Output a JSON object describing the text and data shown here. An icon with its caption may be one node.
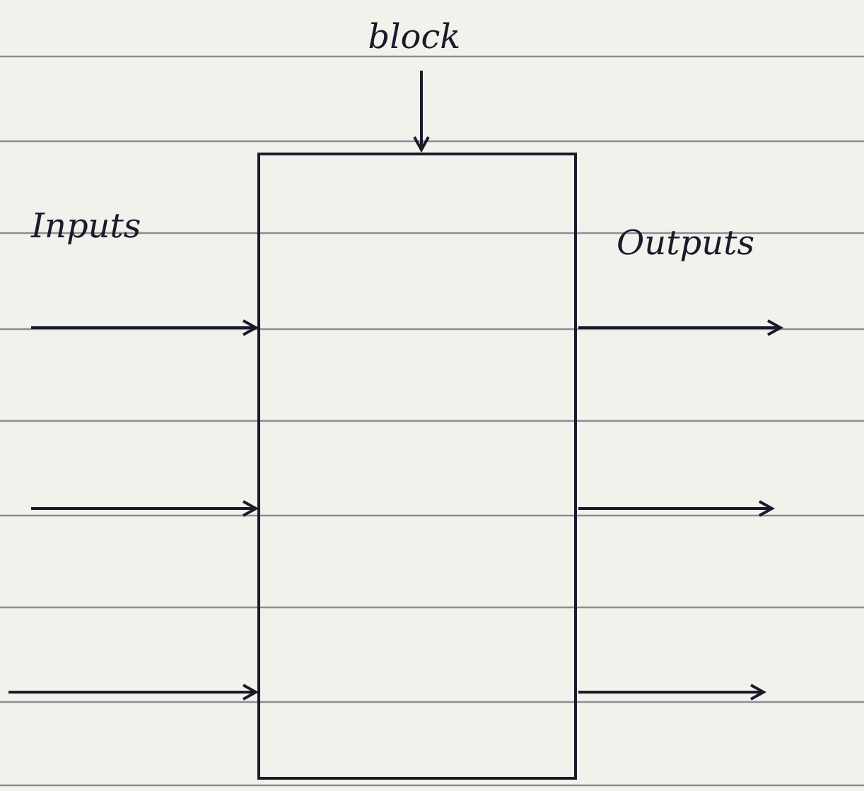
{
  "diagram": {
    "nodes": [
      {
        "text": [
          "block"
        ]
      },
      {
        "text": [],
        "shape": "box"
      }
    ],
    "edges": [
      {
        "from": 0,
        "to": 1,
        "arrow": "to"
      },
      {
        "from": null,
        "to": 1,
        "arrow": "to"
      },
      {
        "from": null,
        "to": 1,
        "arrow": "to"
      },
      {
        "from": null,
        "to": 1,
        "arrow": "to"
      },
      {
        "from": 1,
        "to": null,
        "arrow": "to"
      },
      {
        "from": 1,
        "to": null,
        "arrow": "to"
      },
      {
        "from": 1,
        "to": null,
        "arrow": "to"
      }
    ],
    "labels": [
      "Inputs",
      "Outputs"
    ]
  }
}
